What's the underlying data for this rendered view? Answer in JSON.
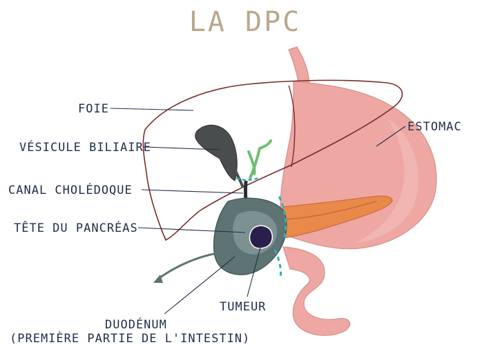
{
  "title": "LA DPC",
  "labels": {
    "foie": "FOIE",
    "vesicule": "VÉSICULE BILIAIRE",
    "canal": "CANAL CHOLÉDOQUE",
    "tete": "TÊTE DU PANCRÉAS",
    "estomac": "ESTOMAC",
    "tumeur": "TUMEUR",
    "duodenum_line1": "DUODÉNUM",
    "duodenum_line2": "(PREMIÈRE PARTIE DE L'INTESTIN)"
  },
  "colors": {
    "title": "#b8a98c",
    "label_ink": "#1f2d4a",
    "liver_outline": "#7a2a2a",
    "stomach_fill": "#eea7a3",
    "gallbladder": "#4a4d4e",
    "bile_duct_green": "#6fbf6f",
    "pancreas_fill": "#e98a4b",
    "duodenum_fill": "#5d7374",
    "tumor_fill": "#2a1f4a",
    "cut_line": "#2fb3ad"
  }
}
